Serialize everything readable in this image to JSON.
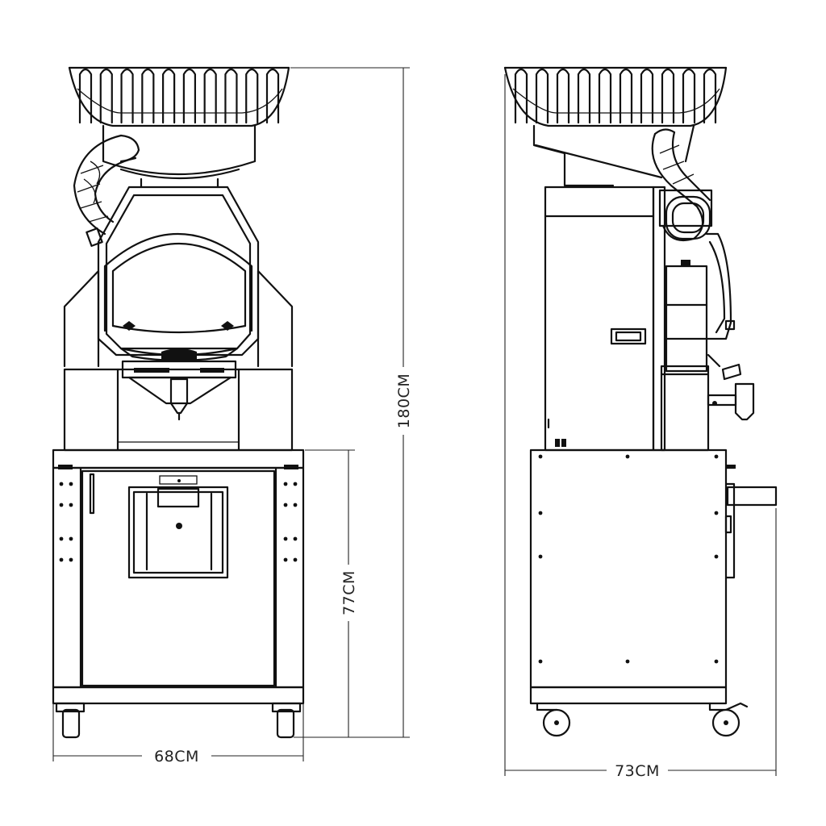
{
  "dimensions": {
    "front_width": "68CM",
    "total_height": "180CM",
    "cabinet_height": "77CM",
    "side_width": "73CM"
  }
}
